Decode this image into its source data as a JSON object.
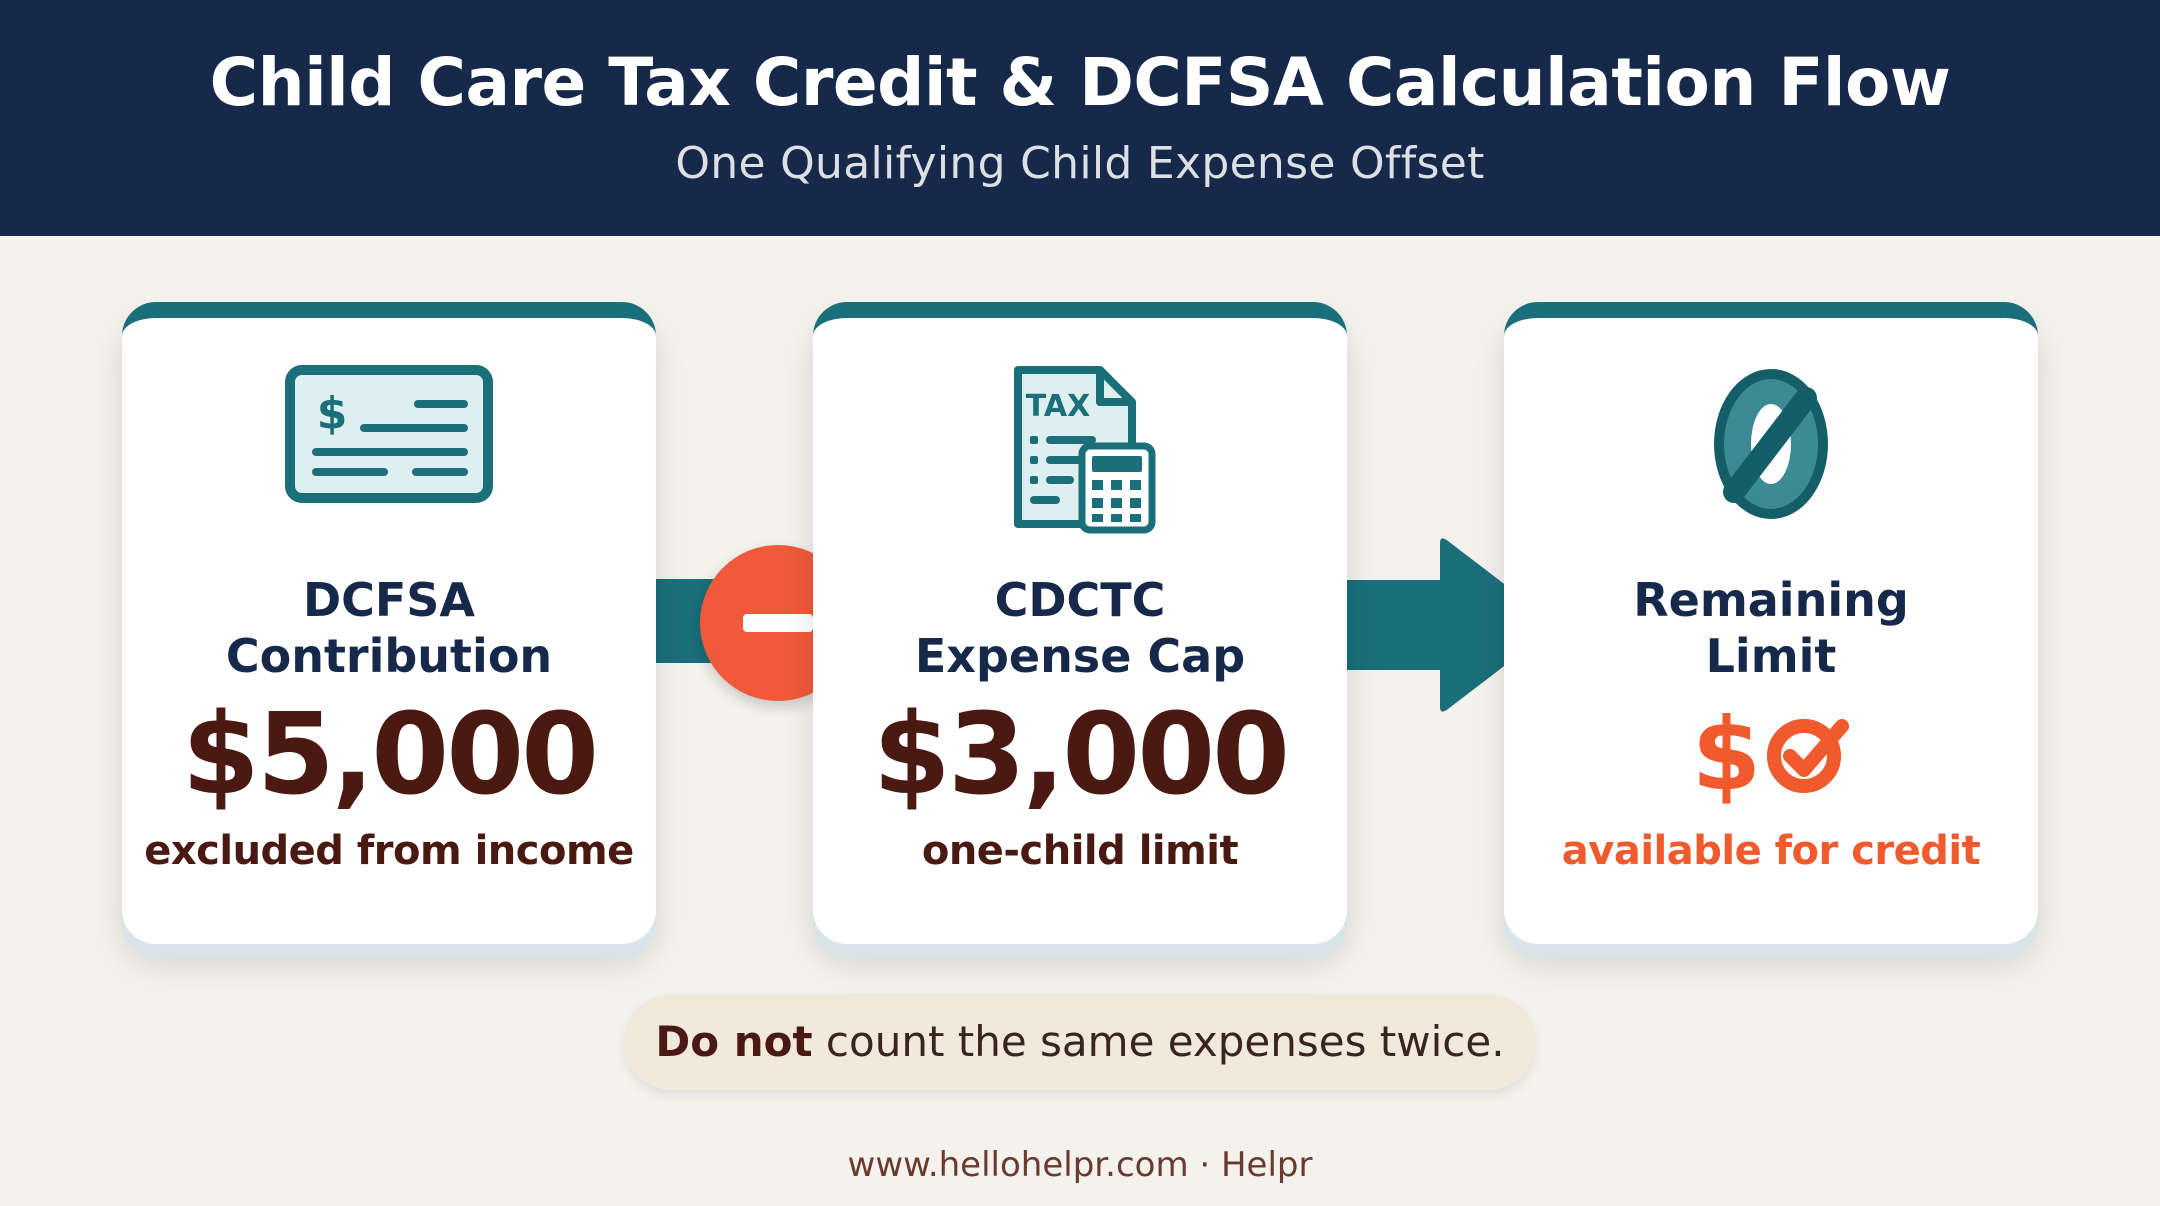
{
  "header": {
    "title": "Child Care Tax Credit & DCFSA Calculation Flow",
    "subtitle": "One Qualifying Child Expense Offset"
  },
  "cards": [
    {
      "icon": "check-dollar-icon",
      "label_line1": "DCFSA",
      "label_line2": "Contribution",
      "amount": "$5,000",
      "note": "excluded from income"
    },
    {
      "icon": "tax-calculator-icon",
      "icon_text": "TAX",
      "label_line1": "CDCTC",
      "label_line2": "Expense Cap",
      "amount": "$3,000",
      "note": "one-child limit"
    },
    {
      "icon": "zero-icon",
      "label_line1": "Remaining",
      "label_line2": "Limit",
      "amount_symbol": "$",
      "amount_mark": "check-circle-icon",
      "note": "available for credit"
    }
  ],
  "operators": [
    "minus-icon",
    "arrow-right-icon"
  ],
  "warning": {
    "bold": "Do not",
    "rest": " count the same expenses twice."
  },
  "footer": "www.hellohelpr.com · Helpr",
  "colors": {
    "navy": "#16294a",
    "teal": "#1a6f7a",
    "orange": "#f05a2c",
    "maroon": "#4a1a12",
    "background": "#f4f2ed"
  }
}
